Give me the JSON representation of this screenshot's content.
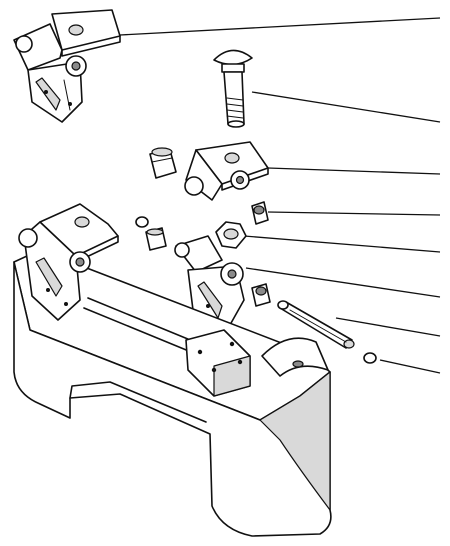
{
  "diagram": {
    "kind": "exploded-parts-illustration",
    "parts": [
      {
        "id": "hinge-bracket-upper",
        "icon": "hinge-bracket-icon"
      },
      {
        "id": "carriage-bolt",
        "icon": "bolt-icon"
      },
      {
        "id": "hinge-plate",
        "icon": "hinge-plate-icon"
      },
      {
        "id": "insert-nut-right",
        "icon": "insert-nut-icon"
      },
      {
        "id": "hex-nut",
        "icon": "hex-nut-icon"
      },
      {
        "id": "insert-nut-lower",
        "icon": "insert-nut-icon"
      },
      {
        "id": "hinge-pin",
        "icon": "pin-icon"
      },
      {
        "id": "retaining-ring",
        "icon": "ring-icon"
      }
    ],
    "leader_count": 8,
    "colors": {
      "ink": "#111111",
      "paper": "#ffffff",
      "shade": "#d9d9d9"
    }
  }
}
